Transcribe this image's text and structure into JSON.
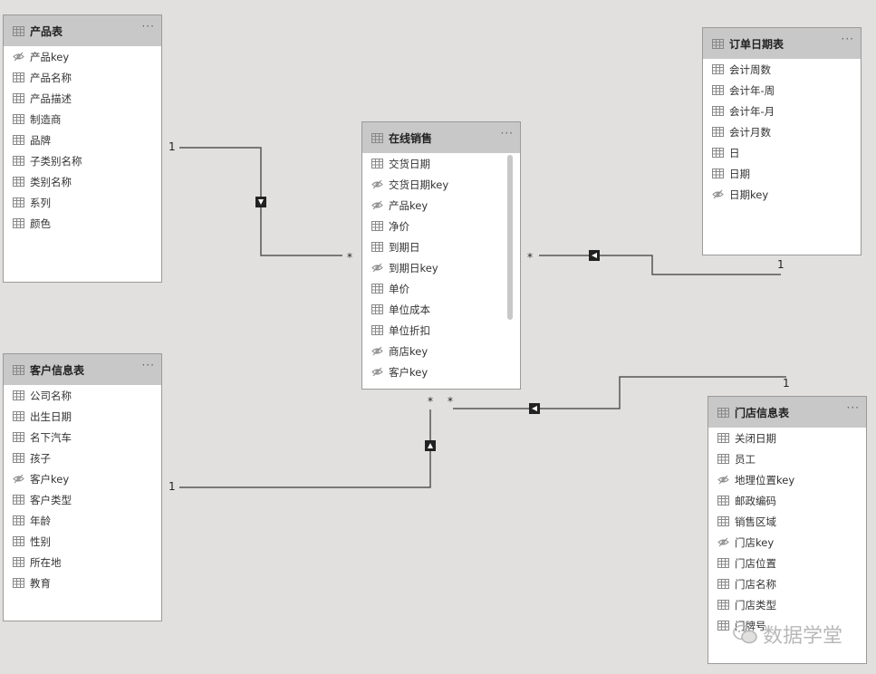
{
  "tables": {
    "product": {
      "title": "产品表",
      "more": "···",
      "fields": [
        {
          "label": "产品key",
          "hidden": true
        },
        {
          "label": "产品名称",
          "hidden": false
        },
        {
          "label": "产品描述",
          "hidden": false
        },
        {
          "label": "制造商",
          "hidden": false
        },
        {
          "label": "品牌",
          "hidden": false
        },
        {
          "label": "子类别名称",
          "hidden": false
        },
        {
          "label": "类别名称",
          "hidden": false
        },
        {
          "label": "系列",
          "hidden": false
        },
        {
          "label": "颜色",
          "hidden": false
        }
      ]
    },
    "sales": {
      "title": "在线销售",
      "more": "···",
      "fields": [
        {
          "label": "交货日期",
          "hidden": false
        },
        {
          "label": "交货日期key",
          "hidden": true
        },
        {
          "label": "产品key",
          "hidden": true
        },
        {
          "label": "净价",
          "hidden": false
        },
        {
          "label": "到期日",
          "hidden": false
        },
        {
          "label": "到期日key",
          "hidden": true
        },
        {
          "label": "单价",
          "hidden": false
        },
        {
          "label": "单位成本",
          "hidden": false
        },
        {
          "label": "单位折扣",
          "hidden": false
        },
        {
          "label": "商店key",
          "hidden": true
        },
        {
          "label": "客户key",
          "hidden": true
        }
      ]
    },
    "orderdate": {
      "title": "订单日期表",
      "more": "···",
      "fields": [
        {
          "label": "会计周数",
          "hidden": false
        },
        {
          "label": "会计年-周",
          "hidden": false
        },
        {
          "label": "会计年-月",
          "hidden": false
        },
        {
          "label": "会计月数",
          "hidden": false
        },
        {
          "label": "日",
          "hidden": false
        },
        {
          "label": "日期",
          "hidden": false
        },
        {
          "label": "日期key",
          "hidden": true
        }
      ]
    },
    "customer": {
      "title": "客户信息表",
      "more": "···",
      "fields": [
        {
          "label": "公司名称",
          "hidden": false
        },
        {
          "label": "出生日期",
          "hidden": false
        },
        {
          "label": "名下汽车",
          "hidden": false
        },
        {
          "label": "孩子",
          "hidden": false
        },
        {
          "label": "客户key",
          "hidden": true
        },
        {
          "label": "客户类型",
          "hidden": false
        },
        {
          "label": "年龄",
          "hidden": false
        },
        {
          "label": "性别",
          "hidden": false
        },
        {
          "label": "所在地",
          "hidden": false
        },
        {
          "label": "教育",
          "hidden": false
        }
      ]
    },
    "store": {
      "title": "门店信息表",
      "more": "···",
      "fields": [
        {
          "label": "关闭日期",
          "hidden": false
        },
        {
          "label": "员工",
          "hidden": false
        },
        {
          "label": "地理位置key",
          "hidden": true
        },
        {
          "label": "邮政编码",
          "hidden": false
        },
        {
          "label": "销售区域",
          "hidden": false
        },
        {
          "label": "门店key",
          "hidden": true
        },
        {
          "label": "门店位置",
          "hidden": false
        },
        {
          "label": "门店名称",
          "hidden": false
        },
        {
          "label": "门店类型",
          "hidden": false
        },
        {
          "label": "门牌号",
          "hidden": false
        }
      ]
    }
  },
  "cardinality": {
    "one": "1",
    "many": "*"
  },
  "watermark": {
    "text": "数据学堂"
  },
  "colors": {
    "canvas": "#e1e0df",
    "header": "#c8c8c8",
    "line": "#555555"
  }
}
